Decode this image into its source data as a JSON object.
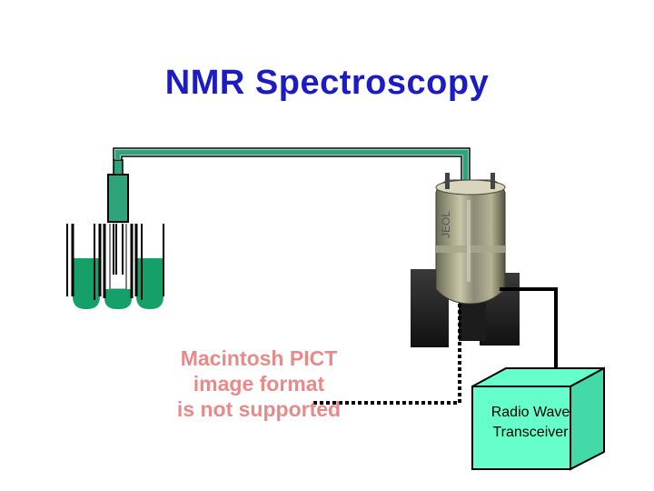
{
  "slide": {
    "title": "NMR Spectroscopy"
  },
  "placeholder": {
    "lines": [
      "Macintosh PICT",
      "image format",
      "is not supported"
    ]
  },
  "transceiver": {
    "lines": [
      "Radio Wave",
      "Transceiver"
    ]
  },
  "colors": {
    "title": "#1c1cc4",
    "liquid": "#15a06a",
    "tube_line": "#1a8f6a",
    "probe": "#2fa37a",
    "box_face": "#66ffcc",
    "placeholder_text": "#e88a8a"
  }
}
